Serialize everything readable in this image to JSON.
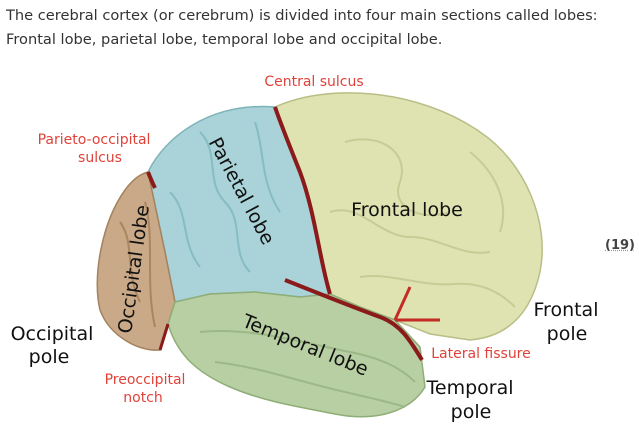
{
  "intro": {
    "line1": "The cerebral cortex (or cerebrum) is divided into four main sections called lobes:",
    "line2": "Frontal lobe, parietal lobe, temporal lobe and occipital lobe."
  },
  "diagram": {
    "lobes": {
      "frontal": "Frontal lobe",
      "parietal": "Parietal lobe",
      "temporal": "Temporal lobe",
      "occipital": "Occipital lobe"
    },
    "landmarks": {
      "central_sulcus": "Central sulcus",
      "parieto_occipital_1": "Parieto-occipital",
      "parieto_occipital_2": "sulcus",
      "lateral_fissure": "Lateral fissure",
      "preoccipital_1": "Preoccipital",
      "preoccipital_2": "notch"
    },
    "poles": {
      "occipital_1": "Occipital",
      "occipital_2": "pole",
      "frontal_1": "Frontal",
      "frontal_2": "pole",
      "temporal_1": "Temporal",
      "temporal_2": "pole"
    },
    "colors": {
      "frontal": "#dfe3b2",
      "parietal": "#a9d3d8",
      "temporal": "#b8cfa4",
      "occipital": "#c9a987",
      "sulcus": "#8b1a1a",
      "landmark_label": "#e0423a"
    }
  },
  "reference": "(19)"
}
